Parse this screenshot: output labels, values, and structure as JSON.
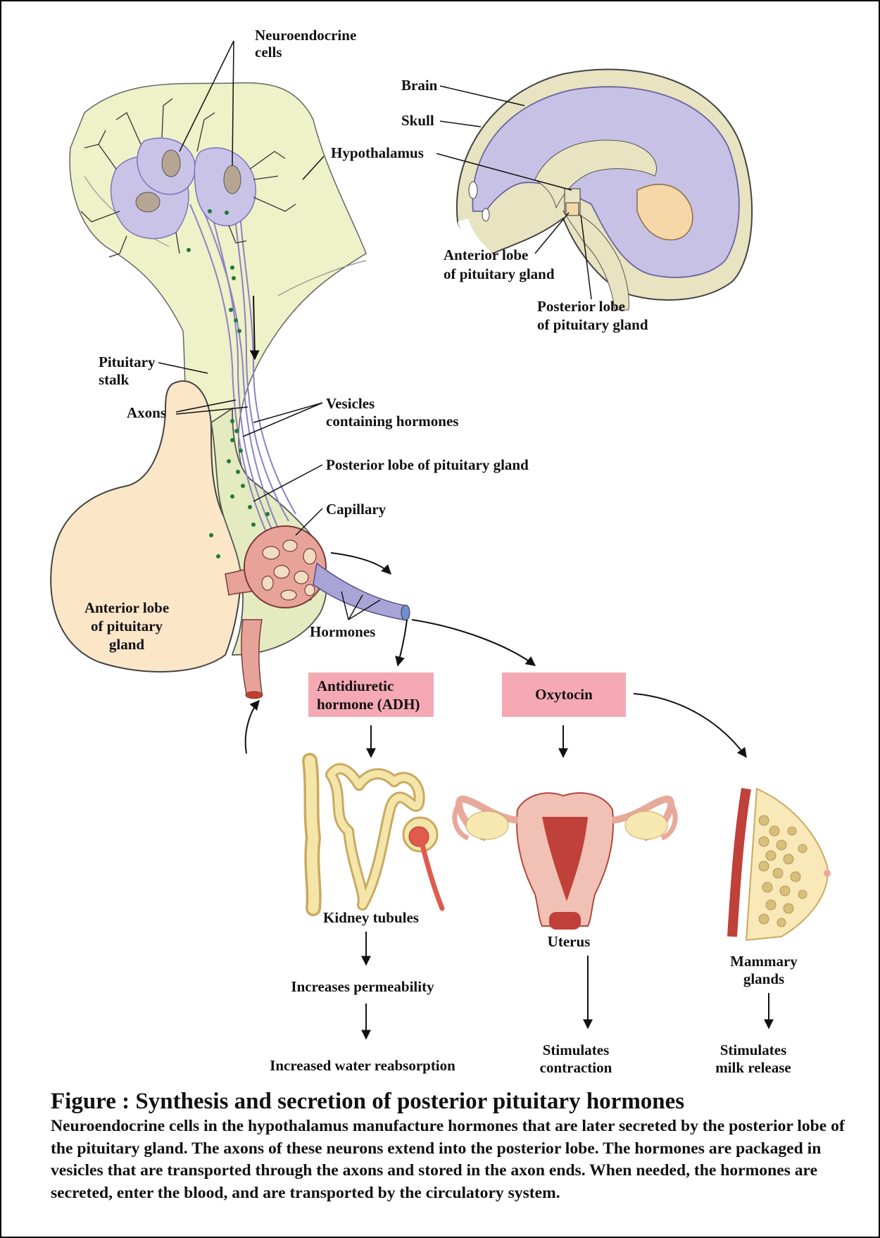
{
  "labels": {
    "neuroendocrine_cells": [
      "Neuroendocrine",
      "cells"
    ],
    "brain": "Brain",
    "skull": "Skull",
    "hypothalamus": "Hypothalamus",
    "anterior_lobe_inset": [
      "Anterior lobe",
      "of pituitary gland"
    ],
    "posterior_lobe_inset": [
      "Posterior lobe",
      "of pituitary gland"
    ],
    "pituitary_stalk": [
      "Pituitary",
      "stalk"
    ],
    "axons": "Axons",
    "vesicles": [
      "Vesicles",
      "containing hormones"
    ],
    "posterior_lobe_main": "Posterior lobe of pituitary gland",
    "capillary": "Capillary",
    "anterior_lobe_main": [
      "Anterior lobe",
      "of pituitary",
      "gland"
    ],
    "hormones": "Hormones"
  },
  "hormone_boxes": {
    "adh": [
      "Antidiuretic",
      "hormone (ADH)"
    ],
    "oxytocin": "Oxytocin"
  },
  "targets": {
    "kidney": "Kidney tubules",
    "uterus": "Uterus",
    "mammary": [
      "Mammary",
      "glands"
    ]
  },
  "effects": {
    "permeability": "Increases permeability",
    "water": "Increased water reabsorption",
    "contraction": [
      "Stimulates",
      "contraction"
    ],
    "milk": [
      "Stimulates",
      "milk release"
    ]
  },
  "caption": {
    "title": "Figure : Synthesis and secretion of posterior pituitary hormones",
    "body": "Neuroendocrine cells in the hypothalamus manufacture hormones that are later secreted by the posterior lobe of the pituitary gland. The axons of these neurons extend into the posterior lobe. The hormones are packaged in vesicles that are transported through the axons and stored in the axon ends. When needed, the hormones are secreted, enter the blood, and are transported by the circulatory system."
  },
  "colors": {
    "hypothalamus_fill": "#eff1c8",
    "neuron_fill": "#c9c3e8",
    "anterior_lobe_fill": "#fce6c8",
    "posterior_lobe_fill": "#e4ebc0",
    "capillary_fill": "#e7a39a",
    "hormone_box_fill": "#f4a9b4",
    "brain_fill": "#c7c1e6",
    "vesicle_color": "#1e7a3a"
  }
}
